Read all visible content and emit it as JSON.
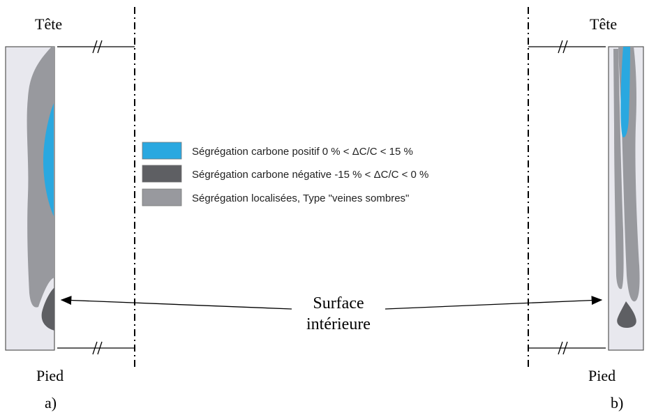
{
  "labels": {
    "head_left": "Tête",
    "head_right": "Tête",
    "foot_left": "Pied",
    "foot_right": "Pied",
    "panel_a": "a)",
    "panel_b": "b)",
    "surface_line1": "Surface",
    "surface_line2": "intérieure"
  },
  "legend": {
    "items": [
      {
        "label": "Ségrégation carbone positif  0 % < ΔC/C < 15 %",
        "color": "#2aa8e0"
      },
      {
        "label": "Ségrégation carbone négative  -15 % < ΔC/C < 0 %",
        "color": "#5e5f63"
      },
      {
        "label": "Ségrégation localisées, Type \"veines sombres\"",
        "color": "#98999e"
      }
    ]
  },
  "colors": {
    "ingot_bg": "#e8e8ee",
    "positive": "#2aa8e0",
    "negative": "#5e5f63",
    "veins": "#98999e",
    "line": "#000000"
  }
}
